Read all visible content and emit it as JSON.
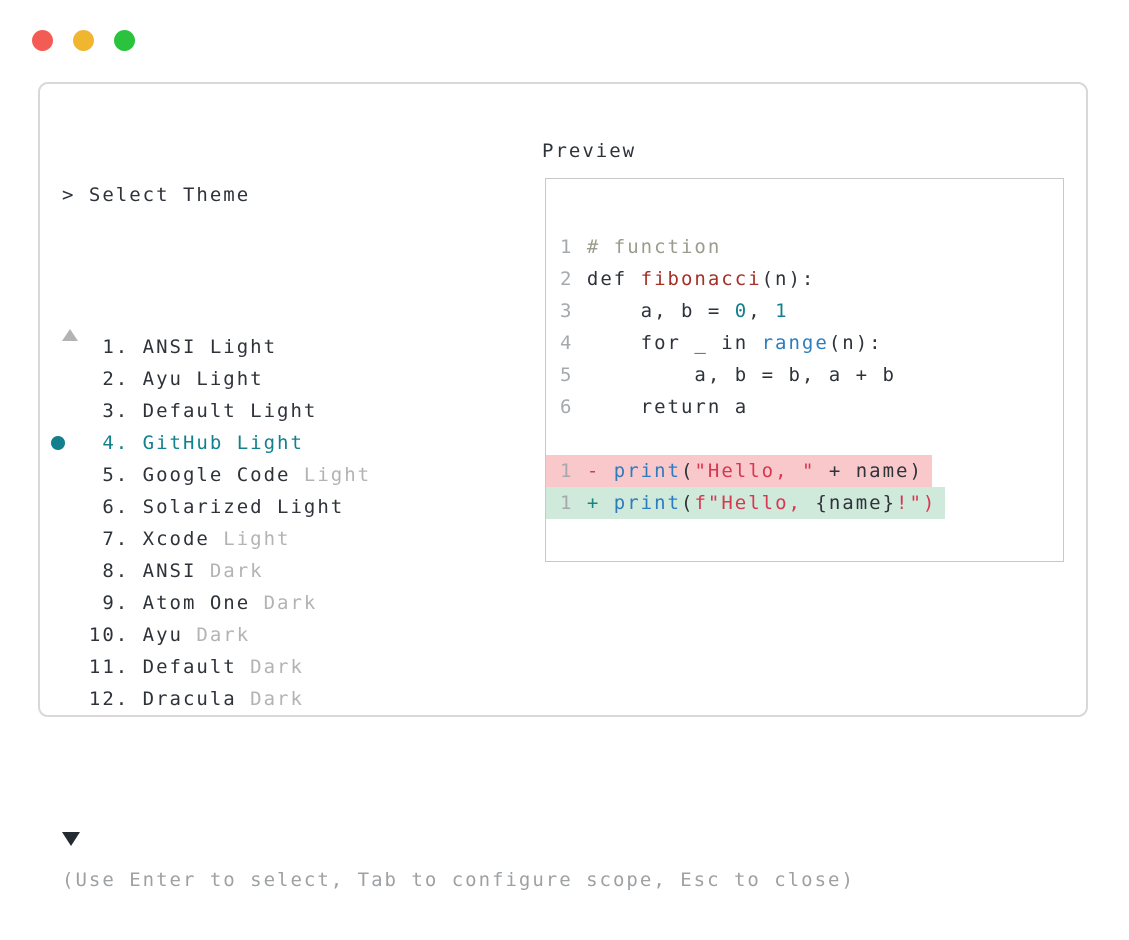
{
  "colors": {
    "fg": "#2e333a",
    "dim": "#b3b3b3",
    "line_no": "#a6a9ab",
    "teal": "#13808d",
    "comment": "#9a9c8d",
    "func_red": "#a43029",
    "call_blue": "#2d7dbd",
    "string_red": "#d93652",
    "added_teal": "#16857b",
    "removed_bg": "#f8c8ca",
    "added_bg": "#cfe9da",
    "arrow_down": "#242a31"
  },
  "window": {
    "traffic_lights": [
      {
        "name": "close",
        "color": "#f25c54"
      },
      {
        "name": "minimize",
        "color": "#f0b62f"
      },
      {
        "name": "zoom",
        "color": "#2bc33e"
      }
    ]
  },
  "theme_picker": {
    "prompt": "> Select Theme",
    "scroll_up_icon": "triangle-up",
    "scroll_down_icon": "triangle-down",
    "selected_icon": "circle-dot",
    "items": [
      {
        "number": "1.",
        "name": "ANSI",
        "suffix": "Light",
        "suffix_dim": false,
        "selected": false
      },
      {
        "number": "2.",
        "name": "Ayu",
        "suffix": "Light",
        "suffix_dim": false,
        "selected": false
      },
      {
        "number": "3.",
        "name": "Default",
        "suffix": "Light",
        "suffix_dim": false,
        "selected": false
      },
      {
        "number": "4.",
        "name": "GitHub",
        "suffix": "Light",
        "suffix_dim": false,
        "selected": true
      },
      {
        "number": "5.",
        "name": "Google Code",
        "suffix": "Light",
        "suffix_dim": true,
        "selected": false
      },
      {
        "number": "6.",
        "name": "Solarized",
        "suffix": "Light",
        "suffix_dim": false,
        "selected": false
      },
      {
        "number": "7.",
        "name": "Xcode",
        "suffix": "Light",
        "suffix_dim": true,
        "selected": false
      },
      {
        "number": "8.",
        "name": "ANSI",
        "suffix": "Dark",
        "suffix_dim": true,
        "selected": false
      },
      {
        "number": "9.",
        "name": "Atom One",
        "suffix": "Dark",
        "suffix_dim": true,
        "selected": false
      },
      {
        "number": "10.",
        "name": "Ayu",
        "suffix": "Dark",
        "suffix_dim": true,
        "selected": false
      },
      {
        "number": "11.",
        "name": "Default",
        "suffix": "Dark",
        "suffix_dim": true,
        "selected": false
      },
      {
        "number": "12.",
        "name": "Dracula",
        "suffix": "Dark",
        "suffix_dim": true,
        "selected": false
      }
    ],
    "help": "(Use Enter to select, Tab to configure scope, Esc to close)"
  },
  "preview": {
    "label": "Preview",
    "code_lines": [
      {
        "num": "1",
        "kind": "",
        "tokens": [
          [
            "com",
            "# function"
          ]
        ]
      },
      {
        "num": "2",
        "kind": "",
        "tokens": [
          [
            "txt",
            "def "
          ],
          [
            "fn",
            "fibonacci"
          ],
          [
            "txt",
            "(n):"
          ]
        ]
      },
      {
        "num": "3",
        "kind": "",
        "tokens": [
          [
            "txt",
            "    a, b = "
          ],
          [
            "num",
            "0"
          ],
          [
            "txt",
            ", "
          ],
          [
            "num",
            "1"
          ]
        ]
      },
      {
        "num": "4",
        "kind": "",
        "tokens": [
          [
            "txt",
            "    for _ in "
          ],
          [
            "call",
            "range"
          ],
          [
            "txt",
            "(n):"
          ]
        ]
      },
      {
        "num": "5",
        "kind": "",
        "tokens": [
          [
            "txt",
            "        a, b = b, a + b"
          ]
        ]
      },
      {
        "num": "6",
        "kind": "",
        "tokens": [
          [
            "txt",
            "    return a"
          ]
        ]
      },
      {
        "num": "",
        "kind": "",
        "tokens": []
      },
      {
        "num": "1",
        "kind": "removed",
        "tokens": [
          [
            "del",
            "- "
          ],
          [
            "call",
            "print"
          ],
          [
            "txt",
            "("
          ],
          [
            "str",
            "\"Hello, \""
          ],
          [
            "txt",
            " + name)"
          ]
        ]
      },
      {
        "num": "1",
        "kind": "added",
        "tokens": [
          [
            "add",
            "+ "
          ],
          [
            "call",
            "print"
          ],
          [
            "txt",
            "("
          ],
          [
            "str",
            "f\"Hello, "
          ],
          [
            "txt",
            "{name}"
          ],
          [
            "str",
            "!\")"
          ]
        ]
      }
    ]
  }
}
